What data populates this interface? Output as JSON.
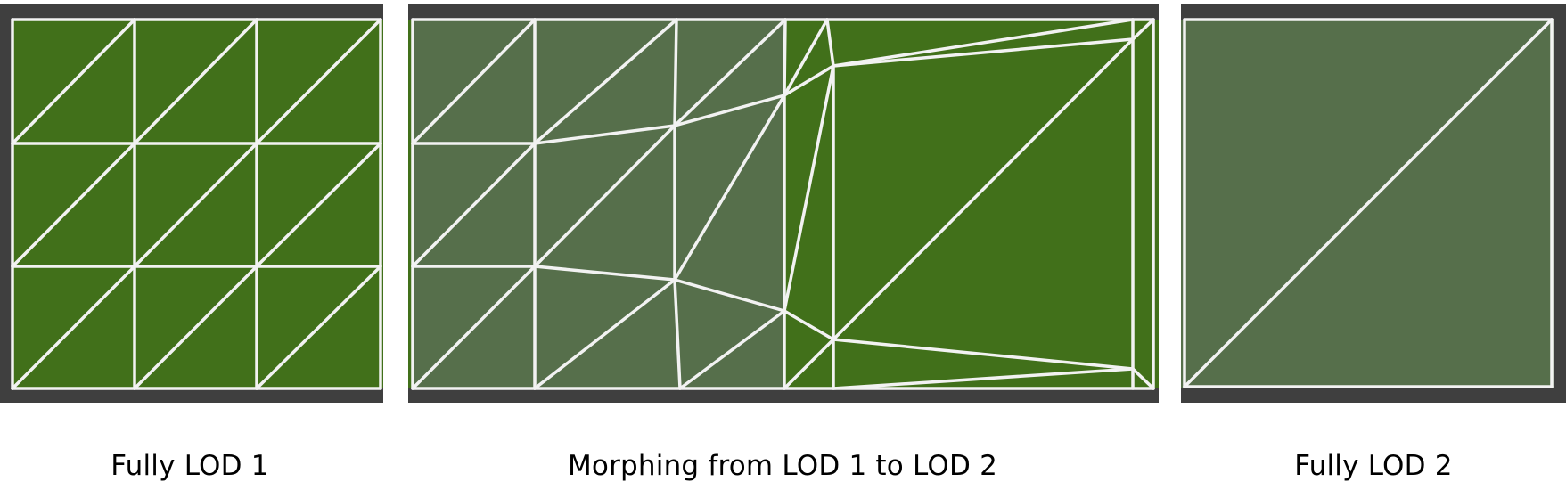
{
  "figure": {
    "panels": [
      {
        "id": "lod1",
        "caption": "Fully LOD 1",
        "fill_color": "#41701a",
        "wire_color": "#f2f2f2",
        "frame_color": "#3f3f3f"
      },
      {
        "id": "morph",
        "caption": "Morphing from LOD 1 to LOD 2",
        "fill_color": "#41701a",
        "highlight_color": "#566f4b",
        "wire_color": "#f2f2f2",
        "frame_color": "#3f3f3f"
      },
      {
        "id": "lod2",
        "caption": "Fully LOD 2",
        "fill_color": "#566f4b",
        "wire_color": "#f2f2f2",
        "frame_color": "#3f3f3f"
      }
    ]
  }
}
